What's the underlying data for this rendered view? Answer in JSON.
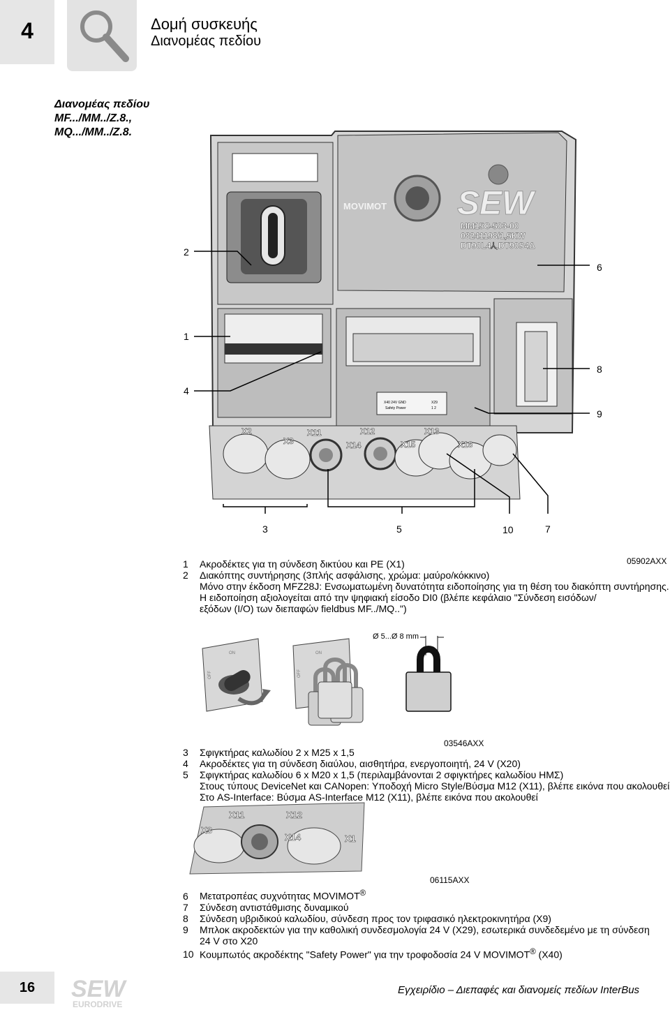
{
  "header": {
    "chapter": "4",
    "title": "Δομή συσκευής",
    "subtitle": "Διανομέας πεδίου"
  },
  "side_heading": [
    "Διανομέας πεδίου",
    "MF.../MM../Z.8.,",
    "MQ.../MM../Z.8."
  ],
  "figure1": {
    "code": "05902AXX",
    "callouts": [
      "1",
      "2",
      "3",
      "4",
      "5",
      "6",
      "7",
      "8",
      "9",
      "10"
    ],
    "device": {
      "brand": "SEW",
      "product": "MOVIMOT",
      "nameplate": [
        "MM15C-503-00",
        "08241198/1,5KW",
        "DT90L4⅄,DT90S4Δ"
      ],
      "ports": [
        "X2",
        "X3",
        "X11",
        "X12",
        "X13",
        "X14",
        "X15",
        "X16"
      ],
      "safety_label": [
        "X40 24V GND",
        "Safety Power",
        "X29",
        "1  2"
      ]
    }
  },
  "legend1": [
    {
      "n": "1",
      "text": "Ακροδέκτες για τη σύνδεση δικτύου και PE (X1)"
    },
    {
      "n": "2",
      "text": "Διακόπτης συντήρησης (3πλής ασφάλισης, χρώμα: μαύρο/κόκκινο)"
    },
    {
      "n": "",
      "text": "Μόνο στην έκδοση MFZ28J: Ενσωματωμένη δυνατότητα ειδοποίησης για τη θέση του διακόπτη συντήρησης."
    },
    {
      "n": "",
      "text": "Η ειδοποίηση αξιολογείται από την ψηφιακή είσοδο DI0 (βλέπε κεφάλαιο \"Σύνδεση εισόδων/"
    },
    {
      "n": "",
      "text": "εξόδων (I/O) των διεπαφών fieldbus MF../MQ..\")"
    }
  ],
  "figure2": {
    "dim": "Ø 5...Ø 8 mm",
    "code": "03546AXX",
    "switch_on": "ON",
    "switch_off": "OFF"
  },
  "legend2": [
    {
      "n": "3",
      "text": "Σφιγκτήρας καλωδίου 2 x M25 x 1,5"
    },
    {
      "n": "4",
      "text": "Ακροδέκτες για τη σύνδεση διαύλου, αισθητήρα, ενεργοποιητή, 24 V (X20)"
    },
    {
      "n": "5",
      "text": "Σφιγκτήρας καλωδίου 6 x M20 x 1,5 (περιλαμβάνονται 2 σφιγκτήρες καλωδίου ΗΜΣ)"
    },
    {
      "n": "",
      "text": "Στους τύπους DeviceNet και CANopen: Υποδοχή Micro Style/Βύσμα M12 (X11), βλέπε εικόνα που ακολουθεί"
    },
    {
      "n": "",
      "text": "Στο AS-Interface: Βύσμα AS-Interface M12 (X11), βλέπε εικόνα που ακολουθεί"
    }
  ],
  "figure3": {
    "code": "06115AXX",
    "ports": [
      "X3",
      "X11",
      "X12",
      "X14",
      "X1"
    ]
  },
  "legend3": [
    {
      "n": "6",
      "text": "Μετατροπέας συχνότητας MOVIMOT",
      "sup": "®"
    },
    {
      "n": "7",
      "text": "Σύνδεση αντιστάθμισης δυναμικού"
    },
    {
      "n": "8",
      "text": "Σύνδεση υβριδικού καλωδίου, σύνδεση προς τον τριφασικό ηλεκτροκινητήρα (X9)"
    },
    {
      "n": "9",
      "text": "Μπλοκ ακροδεκτών για την καθολική συνδεσμολογία 24 V (X29), εσωτερικά συνδεδεμένο με τη σύνδεση"
    },
    {
      "n": "",
      "text": "24 V στο X20"
    },
    {
      "n": "10",
      "text": "Κουμπωτός ακροδέκτης \"Safety Power\" για την τροφοδοσία 24 V MOVIMOT",
      "sup": "®",
      "tail": " (X40)"
    }
  ],
  "footer": {
    "page": "16",
    "logo_top": "SEW",
    "logo_bottom": "EURODRIVE",
    "text": "Εγχειρίδιο – Διεπαφές και διανομείς πεδίων InterBus"
  }
}
